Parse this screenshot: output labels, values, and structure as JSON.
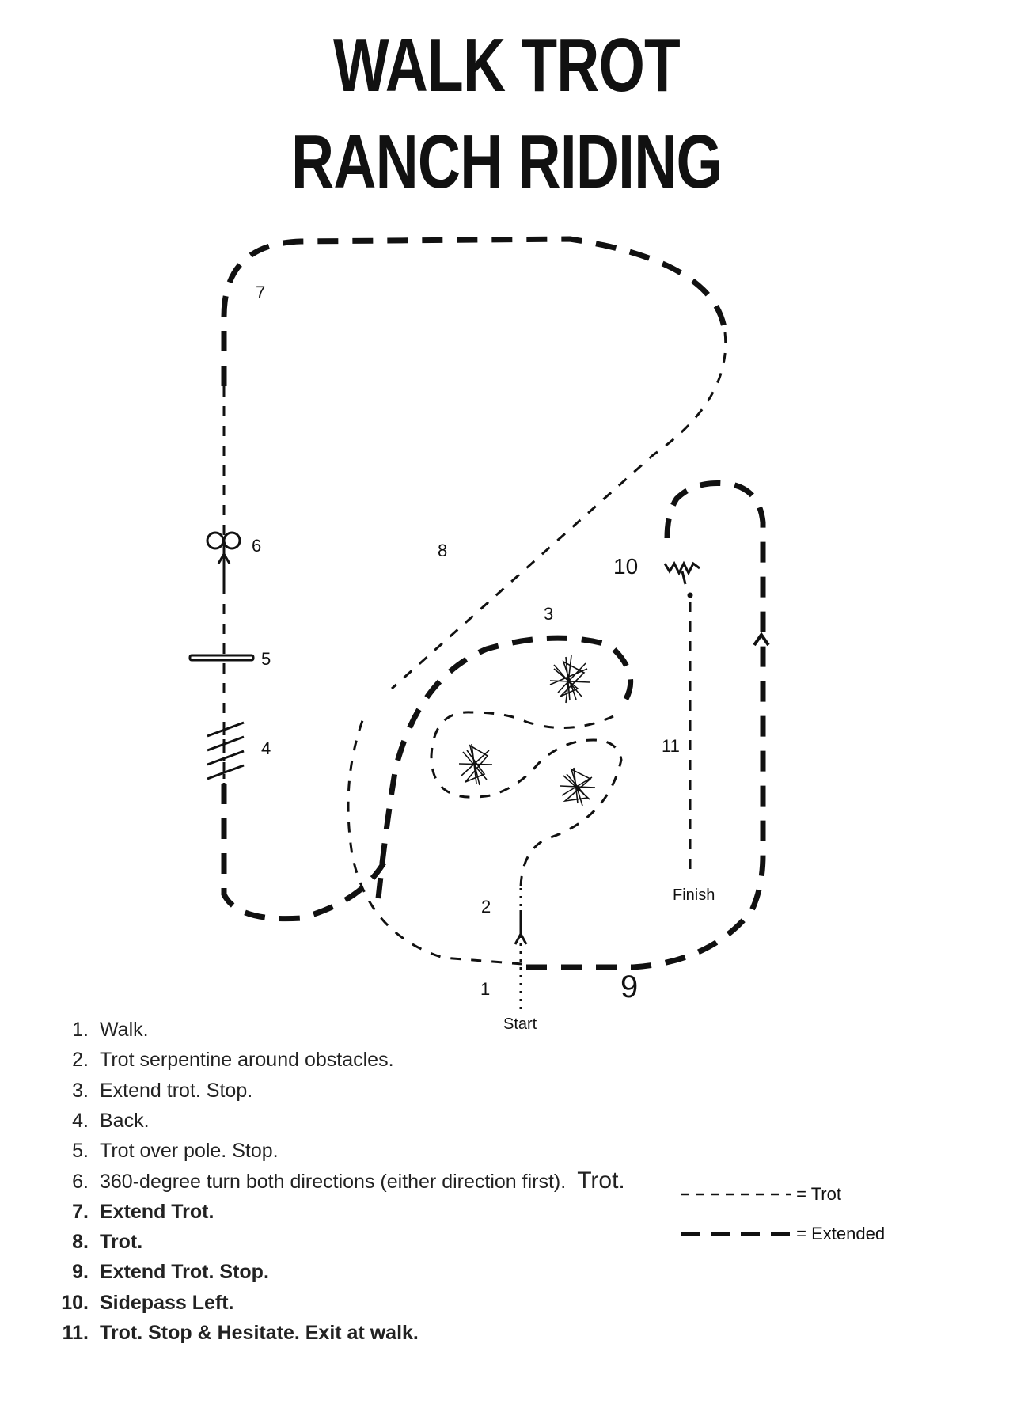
{
  "title": {
    "line1": "WALK TROT",
    "line2": "RANCH RIDING"
  },
  "diagram": {
    "labels": {
      "l1": "1",
      "l2": "2",
      "l3": "3",
      "l4": "4",
      "l5": "5",
      "l6": "6",
      "l7": "7",
      "l8": "8",
      "l9": "9",
      "l10": "10",
      "l11": "11",
      "start": "Start",
      "finish": "Finish"
    },
    "obstacle_icons": [
      "brush-icon",
      "brush-icon",
      "brush-icon"
    ],
    "markers": [
      "pole-icon",
      "back-poles-icon",
      "spin-marker-icon",
      "sidepass-icon",
      "direction-arrow-icon"
    ]
  },
  "steps": [
    {
      "num": "1.",
      "text": "Walk.",
      "extra": ""
    },
    {
      "num": "2.",
      "text": "Trot serpentine around obstacles.",
      "extra": ""
    },
    {
      "num": "3.",
      "text": "Extend trot. Stop.",
      "extra": ""
    },
    {
      "num": "4.",
      "text": "Back.",
      "extra": ""
    },
    {
      "num": "5.",
      "text": "Trot over pole. Stop.",
      "extra": ""
    },
    {
      "num": "6.",
      "text": "360-degree turn both directions (either direction first).",
      "extra": "Trot."
    },
    {
      "num": "7.",
      "text": "Extend Trot.",
      "extra": ""
    },
    {
      "num": "8.",
      "text": "Trot.",
      "extra": ""
    },
    {
      "num": "9.",
      "text": "Extend Trot. Stop.",
      "extra": ""
    },
    {
      "num": "10.",
      "text": "Sidepass Left.",
      "extra": ""
    },
    {
      "num": "11.",
      "text": "Trot. Stop & Hesitate. Exit at walk.",
      "extra": ""
    }
  ],
  "legend": {
    "trot": "= Trot",
    "extended": "= Extended"
  }
}
